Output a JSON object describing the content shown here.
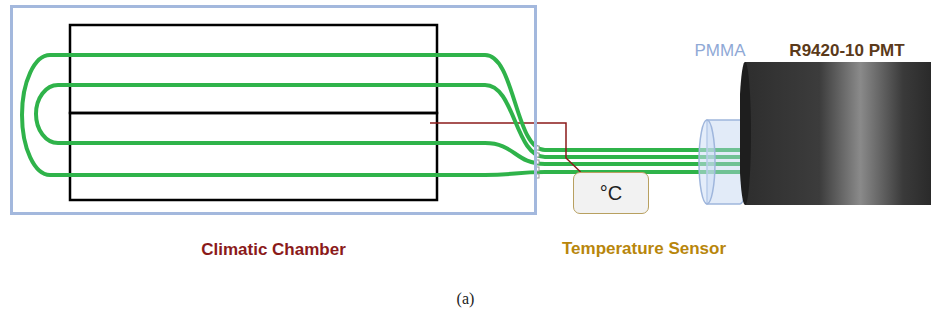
{
  "diagram": {
    "caption": "(a)",
    "nodes": [
      {
        "text": [
          "Climatic Chamber"
        ]
      },
      {
        "text": [
          "°C",
          "Temperature Sensor"
        ]
      },
      {
        "text": [
          "PMMA"
        ]
      },
      {
        "text": [
          "R9420-10 PMT"
        ]
      }
    ],
    "edges": [
      {
        "from": 0,
        "to": 1,
        "arrow": "none"
      }
    ]
  }
}
